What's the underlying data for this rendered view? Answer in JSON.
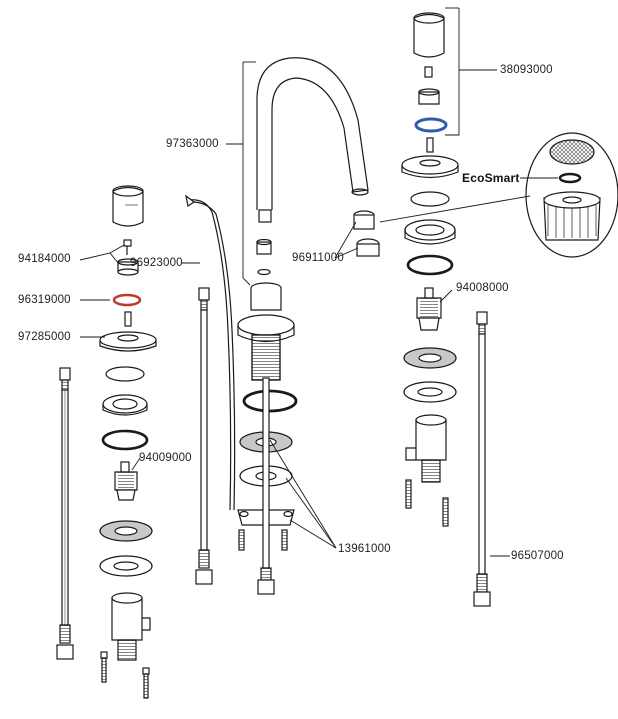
{
  "diagram": {
    "part_numbers": {
      "handle_kit_right": "38093000",
      "spout": "97363000",
      "aerator": "96911000",
      "ecosmart": "EcoSmart",
      "handle_screw": "94184000",
      "supply_hose_mid": "96923000",
      "o_ring_red": "96319000",
      "escutcheon": "97285000",
      "cartridge_right": "94008000",
      "cartridge_left": "94009000",
      "mounting_kit": "13961000",
      "supply_hose_long": "96507000"
    },
    "colors": {
      "line": "#1a1a1a",
      "gray_washer": "#c8c8c8",
      "blue_oring": "#2a5db0",
      "red_oring": "#c0392b"
    }
  }
}
